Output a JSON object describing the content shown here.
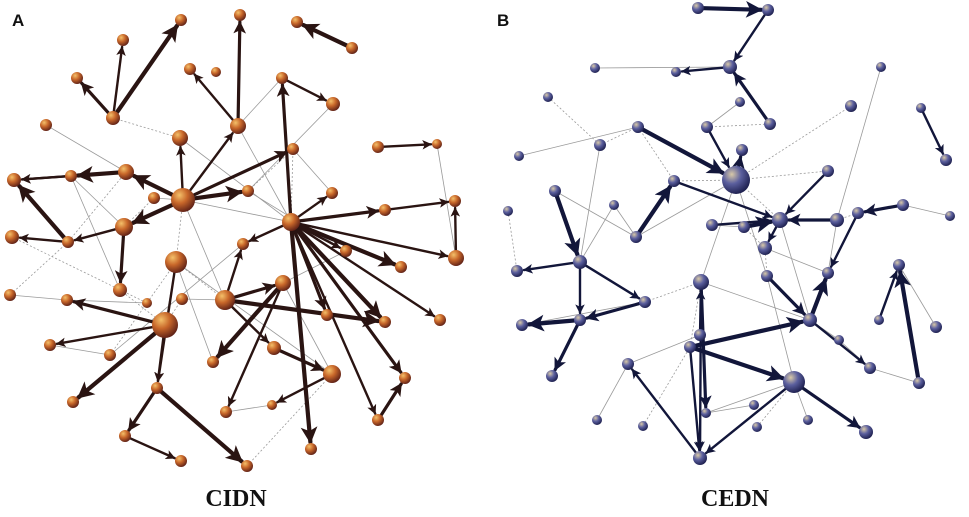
{
  "panels": [
    {
      "id": "A",
      "letter": "A",
      "caption": "CIDN",
      "node_color": "#c8672a",
      "node_highlight": "#f4c06a",
      "edge_color": "#2a1412",
      "faint_edge_color": "#9a9a9a"
    },
    {
      "id": "B",
      "letter": "B",
      "caption": "CEDN",
      "node_color": "#4c4f8c",
      "node_highlight": "#d8c9a8",
      "edge_color": "#12163a",
      "faint_edge_color": "#9a9a9a"
    }
  ]
}
